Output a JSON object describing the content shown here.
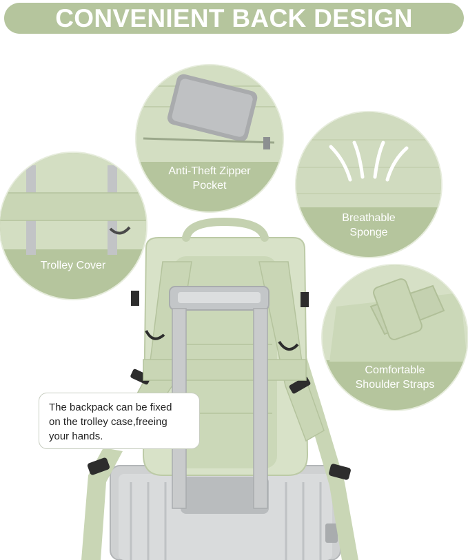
{
  "banner": {
    "title": "CONVENIENT BACK DESIGN"
  },
  "features": {
    "pocket": {
      "line1": "Anti-Theft Zipper",
      "line2": "Pocket"
    },
    "trolley": {
      "line1": "Trolley Cover"
    },
    "sponge": {
      "line1": "Breathable",
      "line2": "Sponge"
    },
    "straps": {
      "line1": "Comfortable",
      "line2": "Shoulder Straps"
    }
  },
  "callout": {
    "line1": "The backpack can be fixed",
    "line2": "on the trolley case,freeing",
    "line3": "your hands."
  },
  "colors": {
    "sage": "#b5c59d",
    "sage_dark": "#9fb088",
    "bag": "#d8e2c8",
    "bag_shade": "#c4d1b0",
    "silver": "#c9cbcc",
    "white": "#ffffff"
  }
}
